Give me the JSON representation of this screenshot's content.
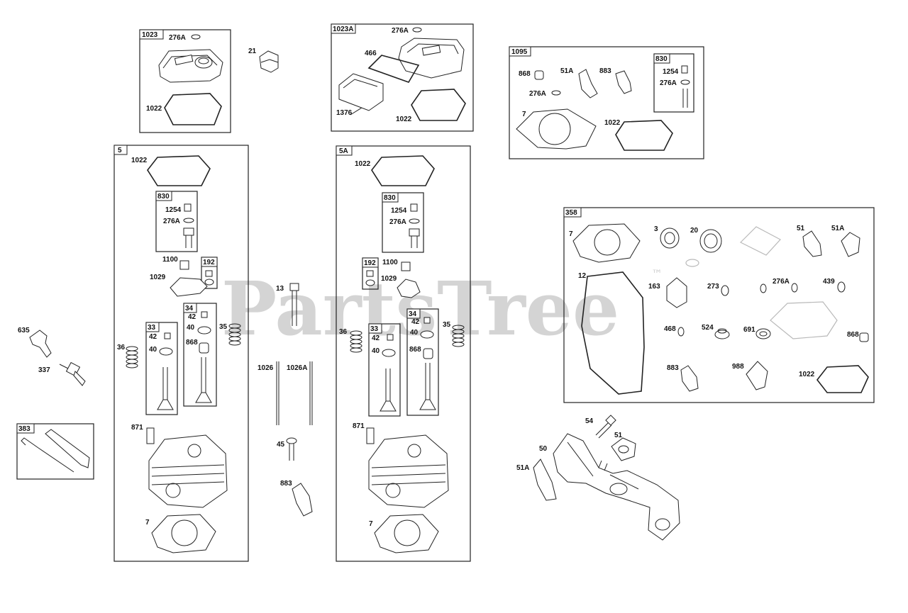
{
  "watermark": {
    "text": "PartsTree",
    "trademark": "™"
  },
  "group_boxes": [
    "1023",
    "1023A",
    "1095",
    "830",
    "5",
    "830",
    "192",
    "33",
    "34",
    "5A",
    "830",
    "192",
    "33",
    "34",
    "358",
    "383"
  ],
  "part_labels": {
    "b1023": [
      "276A",
      "21",
      "1022"
    ],
    "b1023A": [
      "276A",
      "466",
      "1376",
      "1022"
    ],
    "b1095": [
      "868",
      "51A",
      "883",
      "1254",
      "276A",
      "276A",
      "7",
      "1022"
    ],
    "b5": [
      "1022",
      "1254",
      "276A",
      "1100",
      "1029",
      "42",
      "40",
      "36",
      "42",
      "40",
      "868",
      "35",
      "871",
      "7"
    ],
    "middle": [
      "13",
      "1026",
      "1026A",
      "45",
      "883"
    ],
    "b5A": [
      "1022",
      "1254",
      "276A",
      "1100",
      "1029",
      "42",
      "40",
      "36",
      "42",
      "40",
      "868",
      "35",
      "871",
      "7"
    ],
    "b358": [
      "7",
      "3",
      "20",
      "51",
      "51A",
      "12",
      "163",
      "273",
      "276A",
      "439",
      "468",
      "524",
      "691",
      "868",
      "883",
      "988",
      "1022"
    ],
    "left": [
      "635",
      "337"
    ],
    "bottomRight": [
      "54",
      "51",
      "50",
      "51A"
    ]
  }
}
